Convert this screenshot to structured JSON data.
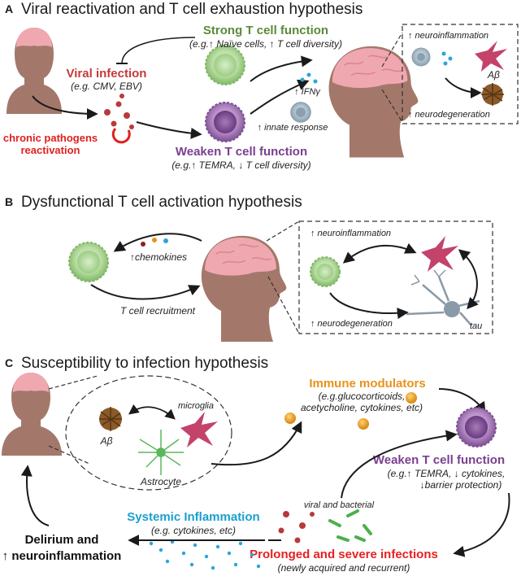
{
  "panelA": {
    "letter": "A",
    "title": "Viral reactivation and T cell exhaustion hypothesis",
    "strong": "Strong T cell function",
    "strong_sub": "(e.g.↑ Naïve cells, ↑ T cell diversity)",
    "viral": "Viral infection",
    "viral_sub": "(e.g. CMV, EBV)",
    "chronic1": "chronic pathogens",
    "chronic2": "reactivation",
    "weaken": "Weaken T cell function",
    "weaken_sub": "(e.g.↑ TEMRA, ↓ T cell diversity)",
    "ifn": "↑ IFNγ",
    "innate": "↑ innate response",
    "neuroinfl": "↑  neuroinflammation",
    "abeta": "Aβ",
    "neurodeg": "↑  neurodegeneration"
  },
  "panelB": {
    "letter": "B",
    "title": "Dysfunctional T cell activation hypothesis",
    "chemokines": "↑chemokines",
    "recruit": "T cell recruitment",
    "neuroinfl": "↑  neuroinflammation",
    "neurodeg": "↑  neurodegeneration",
    "tau": "tau"
  },
  "panelC": {
    "letter": "C",
    "title": "Susceptibility to infection hypothesis",
    "modulators": "Immune modulators",
    "mod_sub1": "(e.g.glucocorticoids,",
    "mod_sub2": "acetycholine, cytokines, etc)",
    "microglia": "microglia",
    "abeta": "Aβ",
    "astrocyte": "Astrocyte",
    "weaken": "Weaken T cell function",
    "weaken_sub1": "(e.g.↑ TEMRA, ↓ cytokines,",
    "weaken_sub2": "↓barrier protection)",
    "viral_bact": "viral and bacterial",
    "systemic": "Systemic Inflammation",
    "systemic_sub": "(e.g. cytokines, etc)",
    "delirium1": "Delirium and",
    "delirium2": "↑ neuroinflammation",
    "prolonged": "Prolonged and severe infections",
    "prolonged_sub": "(newly acquired and recurrent)"
  },
  "colors": {
    "green": "#5a8a3a",
    "purple": "#7a3f8f",
    "red": "#c43a3a",
    "bright_red": "#e02020",
    "orange": "#e8921a",
    "cyan": "#1a9fd0",
    "skin": "#a3786a",
    "brain": "#f0a8b0"
  }
}
